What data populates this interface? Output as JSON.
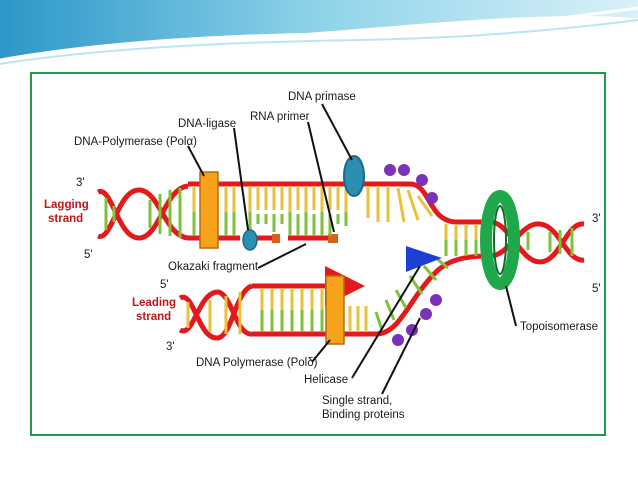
{
  "labels": {
    "dna_primase": "DNA primase",
    "dna_ligase": "DNA-ligase",
    "rna_primer": "RNA primer",
    "dna_polymerase_alpha": "DNA-Polymerase (Polα)",
    "okazaki_fragment": "Okazaki fragment",
    "dna_polymerase_delta": "DNA Polymerase (Polδ)",
    "helicase": "Helicase",
    "ssb_line1": "Single strand,",
    "ssb_line2": "Binding proteins",
    "topoisomerase": "Topoisomerase",
    "lagging_line1": "Lagging",
    "lagging_line2": "strand",
    "leading_line1": "Leading",
    "leading_line2": "strand",
    "lag_3prime": "3'",
    "lag_5prime": "5'",
    "lead_5prime": "5'",
    "lead_3prime": "3'",
    "right_3prime": "3'",
    "right_5prime": "5'"
  },
  "colors": {
    "frame": "#1f9a45",
    "strand": "#e3191b",
    "base_pair_green": "#7dc23a",
    "base_pair_yellow": "#e9c13a",
    "polymerase": "#f7a21b",
    "helicase": "#1e3fd6",
    "topoisomerase": "#1ea84a",
    "ssb": "#7b32b8",
    "primase": "#2a8fb0",
    "label_red": "#c0151b"
  }
}
